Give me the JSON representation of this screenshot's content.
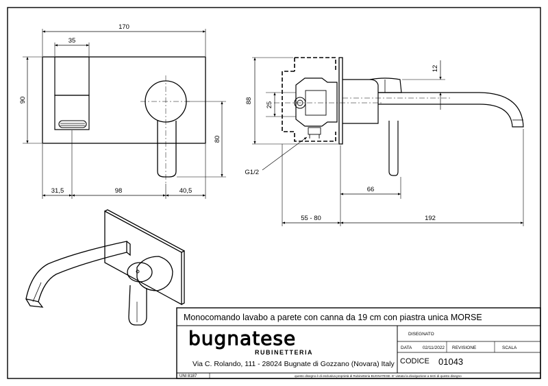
{
  "front_view": {
    "dim_width": "170",
    "dim_cartridge": "35",
    "dim_height": "90",
    "dim_handle": "80",
    "dim_left": "31,5",
    "dim_center": "98",
    "dim_right": "40,5"
  },
  "side_view": {
    "dim_depth": "88",
    "dim_inlet": "25",
    "dim_top": "12",
    "dim_lever": "66",
    "dim_install": "55 - 80",
    "dim_spout": "192",
    "label_thread": "G1/2"
  },
  "title_block": {
    "title": "Monocomando lavabo a parete con canna da 19 cm con piastra unica MORSE",
    "logo": "bugnatese",
    "logo_sub": "RUBINETTERIA",
    "address": "Via C. Rolando, 111 - 28024 Bugnate di Gozzano (Novara) Italy",
    "label_disegnato": "DISEGNATO",
    "label_data": "DATA",
    "date": "02/11/2022",
    "label_revisione": "REVISIONE",
    "label_scala": "SCALA",
    "label_codice": "CODICE",
    "code": "01043",
    "standard": "UNI 8187",
    "disclaimer": "questo disegno è di esclusiva proprietà di Rubinetteria BUGNATESE. E' vietata la divulgazione a terzi di questo disegno"
  }
}
